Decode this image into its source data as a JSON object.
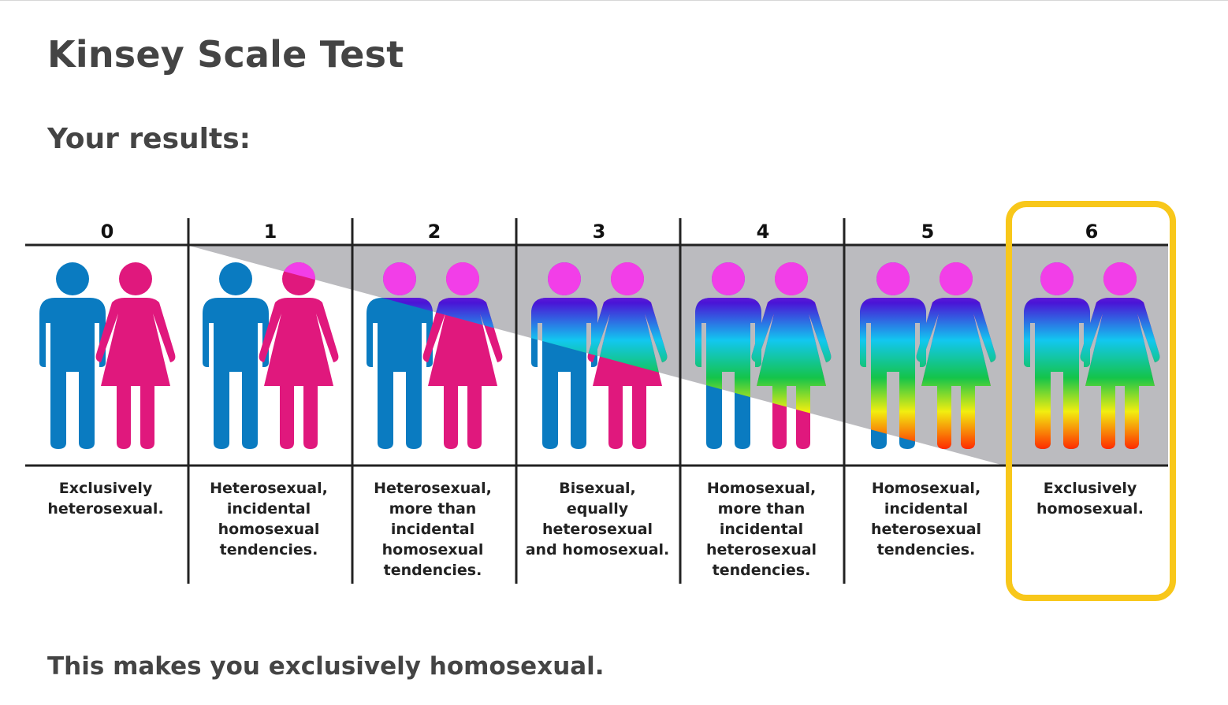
{
  "page": {
    "title": "Kinsey Scale Test",
    "results_label": "Your results:",
    "summary": "This makes you exclusively homosexual."
  },
  "scale": {
    "highlighted_rating": 6,
    "columns": [
      {
        "rating": "0",
        "lines": [
          "Exclusively",
          "heterosexual."
        ],
        "spectrum_level": 0
      },
      {
        "rating": "1",
        "lines": [
          "Heterosexual,",
          "incidental",
          "homosexual",
          "tendencies."
        ],
        "spectrum_level": 0.17
      },
      {
        "rating": "2",
        "lines": [
          "Heterosexual,",
          "more than",
          "incidental",
          "homosexual",
          "tendencies."
        ],
        "spectrum_level": 0.33
      },
      {
        "rating": "3",
        "lines": [
          "Bisexual,",
          "equally",
          "heterosexual",
          "and homosexual."
        ],
        "spectrum_level": 0.5
      },
      {
        "rating": "4",
        "lines": [
          "Homosexual,",
          "more than",
          "incidental",
          "heterosexual",
          "tendencies."
        ],
        "spectrum_level": 0.67
      },
      {
        "rating": "5",
        "lines": [
          "Homosexual,",
          "incidental",
          "heterosexual",
          "tendencies."
        ],
        "spectrum_level": 0.83
      },
      {
        "rating": "6",
        "lines": [
          "Exclusively",
          "homosexual."
        ],
        "spectrum_level": 1
      }
    ]
  },
  "colors": {
    "text": "#444444",
    "male": "#0a7bc1",
    "female": "#e0187d",
    "wedge": "#bbbbbf",
    "highlight": "#f8c71a",
    "rule": "#222222",
    "rainbow": [
      "#f23ee8",
      "#4a14d6",
      "#12c7f0",
      "#14c44a",
      "#f2ee10",
      "#fe2b00"
    ]
  }
}
